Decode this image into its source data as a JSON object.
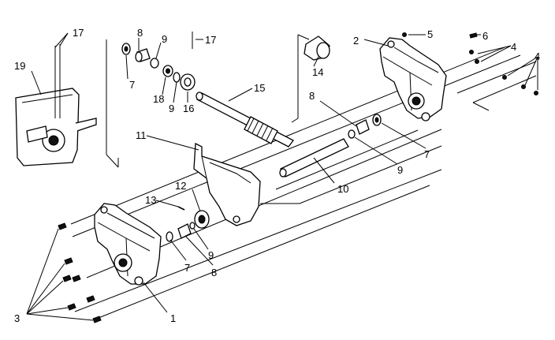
{
  "callouts": [
    "1",
    "2",
    "3",
    "4",
    "4",
    "5",
    "6",
    "7",
    "7",
    "7",
    "8",
    "8",
    "8",
    "9",
    "9",
    "9",
    "9",
    "10",
    "11",
    "12",
    "13",
    "14",
    "15",
    "16",
    "17",
    "17",
    "18",
    "19"
  ]
}
